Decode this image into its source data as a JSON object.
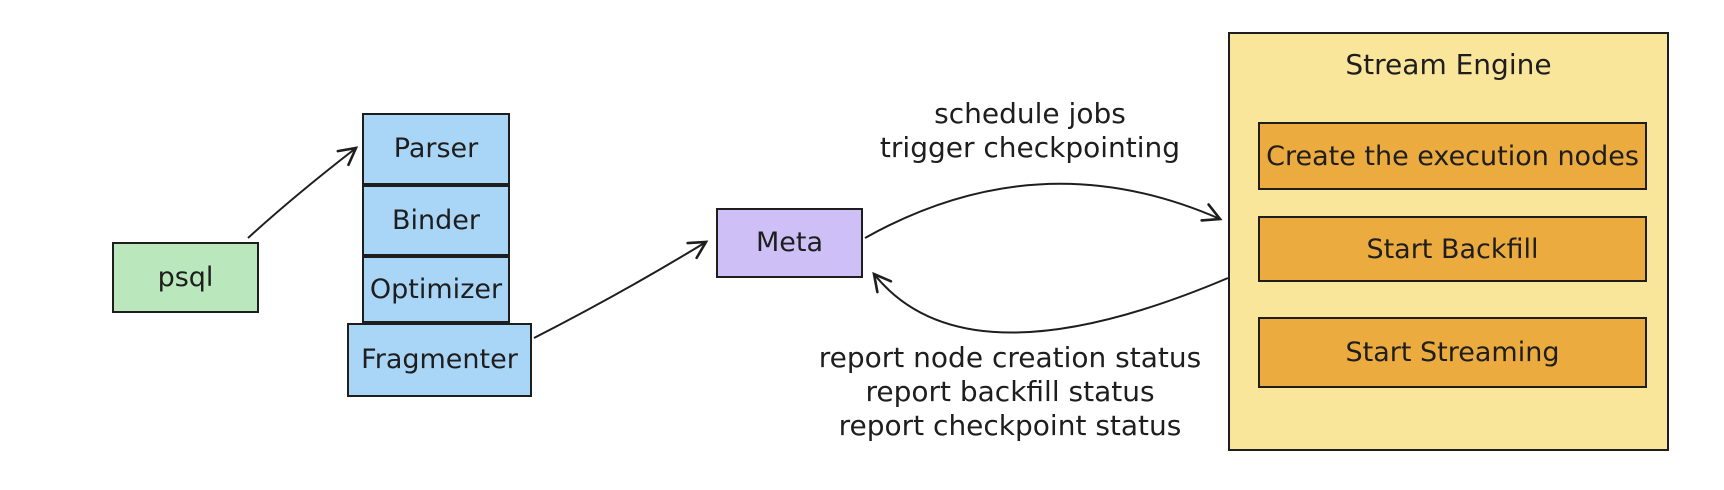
{
  "diagram": {
    "nodes": {
      "psql": {
        "label": "psql"
      },
      "parser": {
        "label": "Parser"
      },
      "binder": {
        "label": "Binder"
      },
      "optimizer": {
        "label": "Optimizer"
      },
      "fragmenter": {
        "label": "Fragmenter"
      },
      "meta": {
        "label": "Meta"
      }
    },
    "stream_engine": {
      "title": "Stream Engine",
      "steps": [
        {
          "label": "Create the execution nodes"
        },
        {
          "label": "Start Backfill"
        },
        {
          "label": "Start Streaming"
        }
      ]
    },
    "edge_labels": {
      "meta_to_engine": [
        "schedule jobs",
        "trigger checkpointing"
      ],
      "engine_to_meta": [
        "report node creation status",
        "report backfill status",
        "report checkpoint status"
      ]
    },
    "colors": {
      "psql_fill": "#bae8bc",
      "stack_fill": "#a9d6f6",
      "meta_fill": "#cec0f6",
      "engine_fill": "#fae69a",
      "step_fill": "#ecab3e",
      "stroke": "#1e1e1e"
    }
  }
}
